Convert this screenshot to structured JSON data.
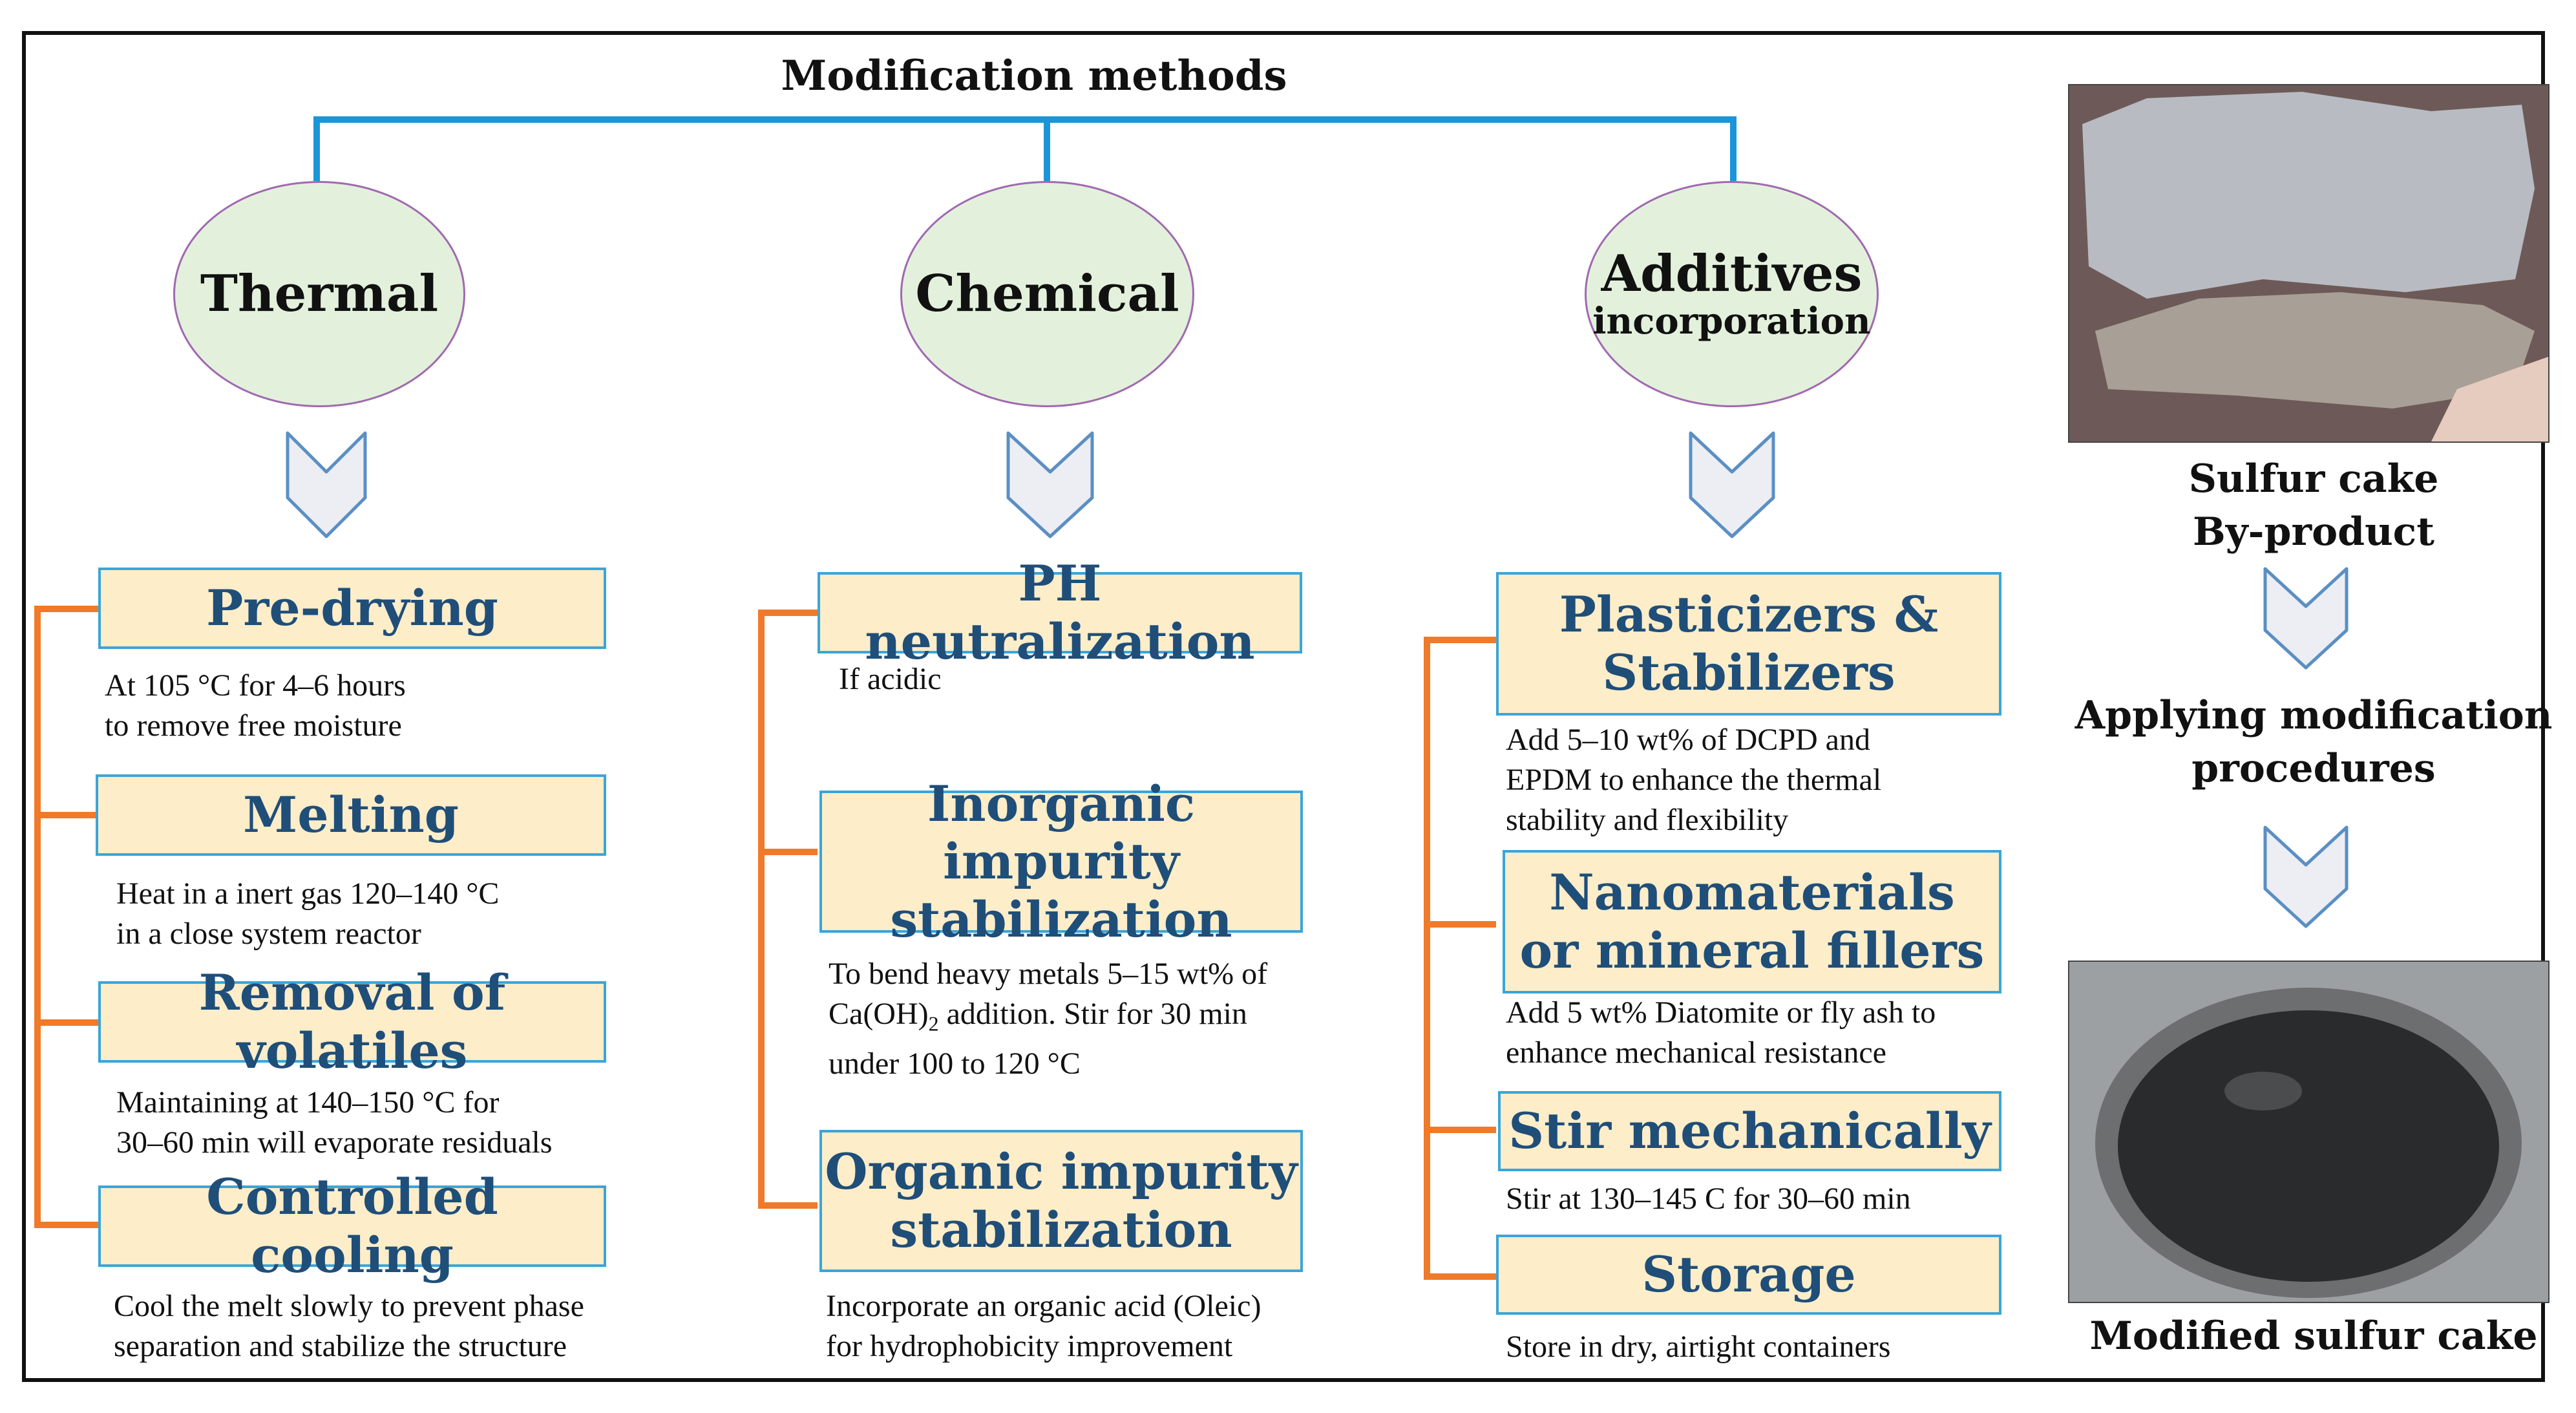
{
  "title": "Modification methods",
  "colors": {
    "tree_line": "#1b95d8",
    "bracket": "#f07a2a",
    "box_fill": "#fdedc9",
    "box_border": "#3aa5d9",
    "box_text": "#1f4e79",
    "ellipse_fill": "#e3f1dc",
    "ellipse_border": "#a069b0",
    "chevron_fill": "#eceef3",
    "chevron_stroke": "#5b8fc4"
  },
  "methods": {
    "thermal": {
      "label": "Thermal"
    },
    "chemical": {
      "label": "Chemical"
    },
    "additives": {
      "label": "Additives",
      "sublabel": "incorporation"
    }
  },
  "thermal_steps": [
    {
      "title": "Pre-drying",
      "desc": "At 105 °C for 4–6 hours\nto remove free moisture"
    },
    {
      "title": "Melting",
      "desc": "Heat in a inert gas 120–140 °C\nin a close system reactor"
    },
    {
      "title": "Removal of volatiles",
      "desc": "Maintaining at 140–150 °C for\n30–60 min will evaporate residuals"
    },
    {
      "title": "Controlled cooling",
      "desc": "Cool the melt slowly  to prevent phase\nseparation and stabilize the structure"
    }
  ],
  "chemical_steps": [
    {
      "title": "PH neutralization",
      "desc": "If acidic"
    },
    {
      "title": "Inorganic impurity\nstabilization",
      "desc_pre": "To bend heavy metals 5–15 wt% of\nCa(OH)",
      "desc_sub": "2",
      "desc_post": " addition. Stir for 30 min\nunder 100 to 120 °C"
    },
    {
      "title": "Organic impurity\nstabilization",
      "desc": "Incorporate an organic acid  (Oleic)\nfor hydrophobicity improvement"
    }
  ],
  "additive_steps": [
    {
      "title": "Plasticizers &\nStabilizers",
      "desc": "Add 5–10 wt% of DCPD and\nEPDM to enhance the thermal\nstability and flexibility"
    },
    {
      "title": "Nanomaterials\nor mineral fillers",
      "desc": "Add 5 wt% Diatomite or fly ash to\nenhance mechanical resistance"
    },
    {
      "title": "Stir mechanically",
      "desc": "Stir at 130–145 C for 30–60 min"
    },
    {
      "title": "Storage",
      "desc": "Store in dry, airtight containers"
    }
  ],
  "right_panel": {
    "top_label": "Sulfur cake\nBy-product",
    "middle_label": "Applying modification\nprocedures",
    "bottom_label": "Modified sulfur cake"
  }
}
